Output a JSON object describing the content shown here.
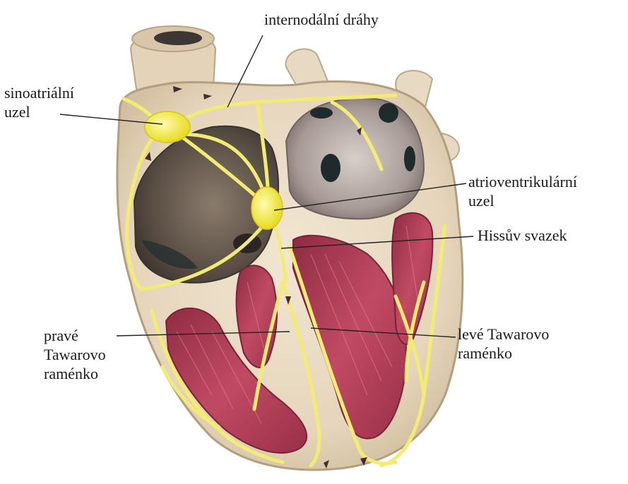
{
  "colors": {
    "background": "#ffffff",
    "heart_tissue": "#e8d8bf",
    "tissue_shadow": "#c9b79c",
    "chamber_dark": "#4a4038",
    "muscle": "#b8405a",
    "conduction_yellow": "#f2ec74",
    "node_yellow": "#f4ee4e",
    "leader_line": "#222222"
  },
  "icons": {
    "sinoatrial_node": "yellow-node-icon",
    "atrioventricular_node": "yellow-node-icon"
  },
  "labels": {
    "internodal": "internodální dráhy",
    "sinoatrial": {
      "line1": "sinoatriální",
      "line2": "uzel"
    },
    "atrioventricular": {
      "line1": "atrioventrikulární",
      "line2": "uzel"
    },
    "his": "Hissův svazek",
    "right_branch": {
      "line1": "pravé",
      "line2": "Tawarovo",
      "line3": "raménko"
    },
    "left_branch": {
      "line1": "levé Tawarovo",
      "line2": "raménko"
    }
  }
}
